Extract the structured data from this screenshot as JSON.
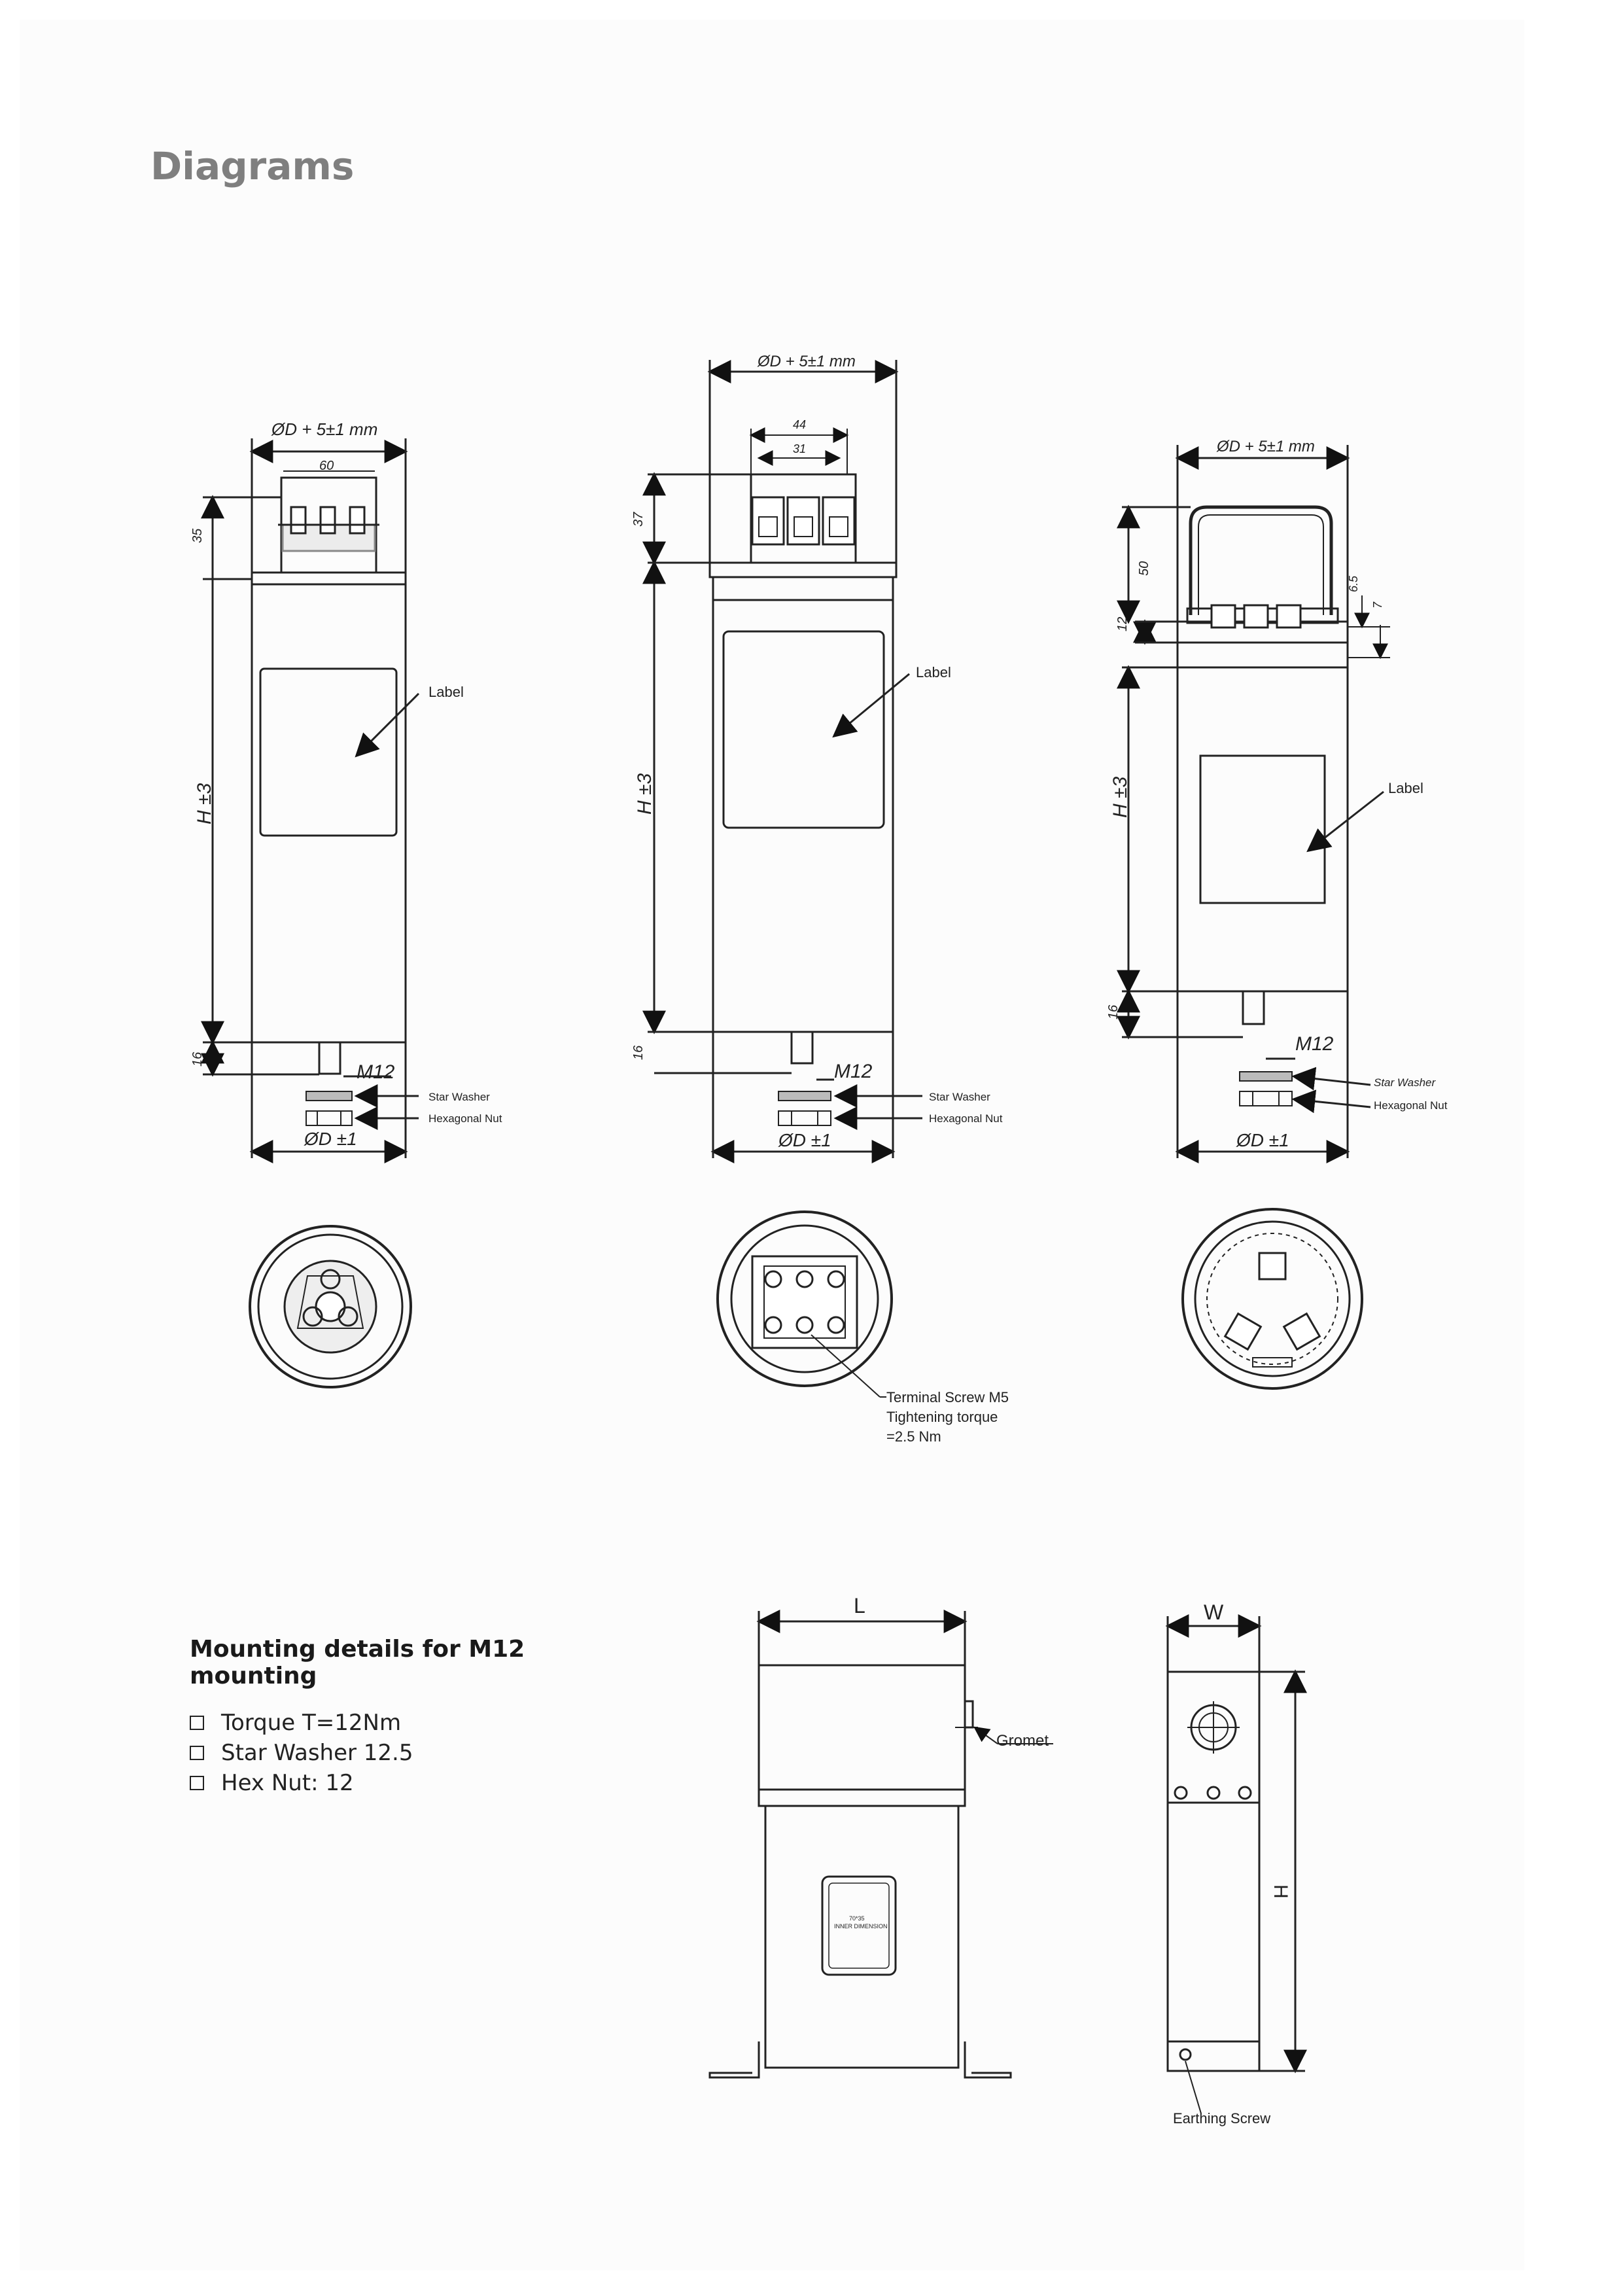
{
  "page_title": "Diagrams",
  "unit1": {
    "od_top": "ØD + 5±1 mm",
    "terminal_width": "60",
    "dim_35": "35",
    "height": "H ±3",
    "dim_16": "16",
    "thread": "M12",
    "label": "Label",
    "star_washer": "Star Washer",
    "hex_nut": "Hexagonal Nut",
    "od_bottom": "ØD ±1"
  },
  "unit2": {
    "od_top": "ØD + 5±1 mm",
    "dim_44": "44",
    "dim_31": "31",
    "dim_37": "37",
    "height": "H ±3",
    "dim_16": "16",
    "thread": "M12",
    "label": "Label",
    "star_washer": "Star Washer",
    "hex_nut": "Hexagonal Nut",
    "od_bottom": "ØD ±1",
    "terminal_note": [
      "Terminal Screw M5",
      "Tightening torque",
      "=2.5 Nm"
    ]
  },
  "unit3": {
    "od_top": "ØD + 5±1 mm",
    "dim_50": "50",
    "dim_12": "12",
    "dim_6_5": "6.5",
    "dim_7": "7",
    "height": "H ±3",
    "dim_16": "16",
    "thread": "M12",
    "label": "Label",
    "star_washer": "Star Washer",
    "hex_nut": "Hexagonal Nut",
    "od_bottom": "ØD ±1"
  },
  "mounting": {
    "heading": "Mounting details for M12 mounting",
    "items": [
      "Torque T=12Nm",
      "Star Washer 12.5",
      "Hex Nut: 12"
    ]
  },
  "box_unit": {
    "length": "L",
    "gromet": "Gromet",
    "plate": [
      "70*35",
      "INNER DIMENSION"
    ],
    "width": "W",
    "height": "H",
    "earthing": "Earthing Screw"
  }
}
